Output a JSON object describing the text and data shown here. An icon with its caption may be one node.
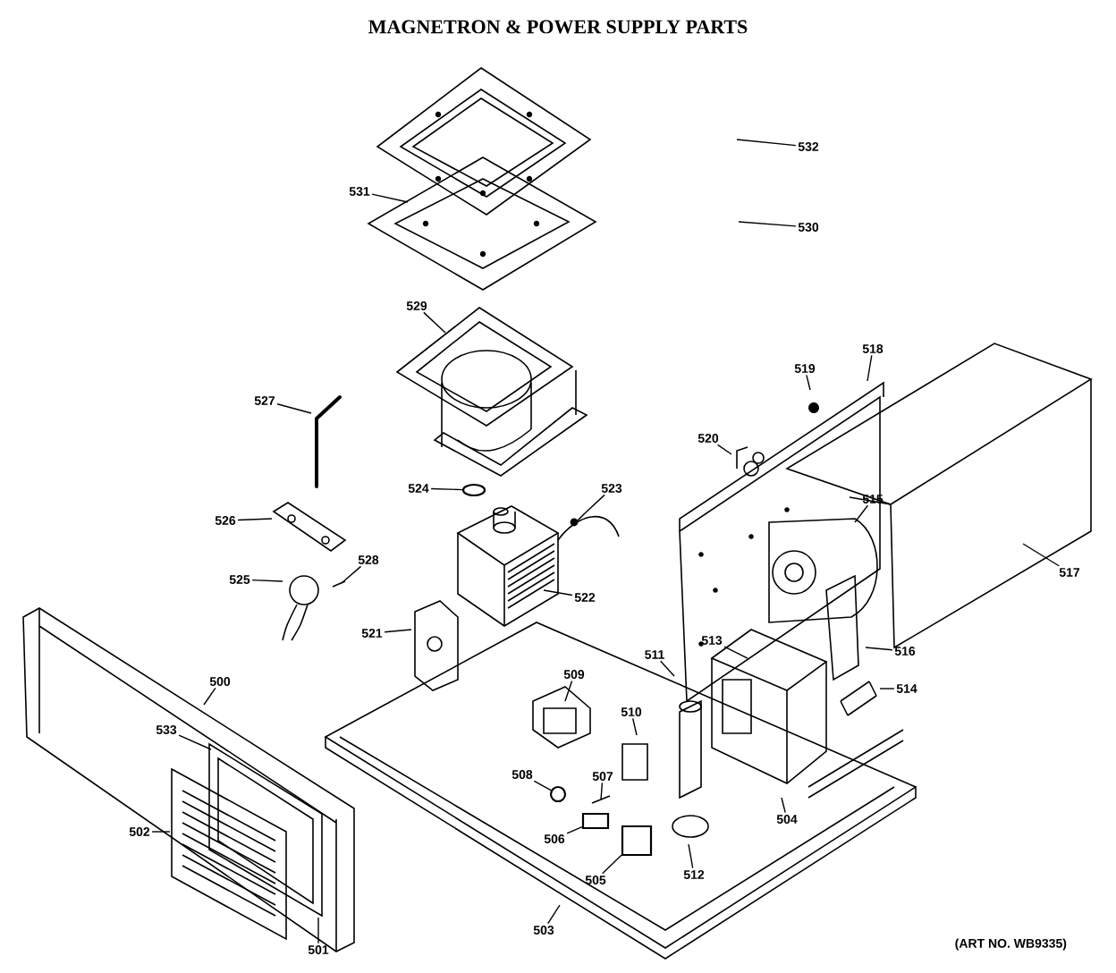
{
  "diagram": {
    "title": "MAGNETRON & POWER SUPPLY PARTS",
    "nodes": [
      {
        "text": [
          "532"
        ]
      },
      {
        "text": [
          "531"
        ]
      },
      {
        "text": [
          "530"
        ]
      },
      {
        "text": [
          "529"
        ]
      },
      {
        "text": [
          "518"
        ]
      },
      {
        "text": [
          "519"
        ]
      },
      {
        "text": [
          "527"
        ]
      },
      {
        "text": [
          "520"
        ]
      },
      {
        "text": [
          "524"
        ]
      },
      {
        "text": [
          "523"
        ]
      },
      {
        "text": [
          "515"
        ]
      },
      {
        "text": [
          "526"
        ]
      },
      {
        "text": [
          "517"
        ]
      },
      {
        "text": [
          "528"
        ]
      },
      {
        "text": [
          "525"
        ]
      },
      {
        "text": [
          "522"
        ]
      },
      {
        "text": [
          "521"
        ]
      },
      {
        "text": [
          "513"
        ]
      },
      {
        "text": [
          "516"
        ]
      },
      {
        "text": [
          "509"
        ]
      },
      {
        "text": [
          "511"
        ]
      },
      {
        "text": [
          "500"
        ]
      },
      {
        "text": [
          "514"
        ]
      },
      {
        "text": [
          "510"
        ]
      },
      {
        "text": [
          "533"
        ]
      },
      {
        "text": [
          "508"
        ]
      },
      {
        "text": [
          "507"
        ]
      },
      {
        "text": [
          "504"
        ]
      },
      {
        "text": [
          "502"
        ]
      },
      {
        "text": [
          "506"
        ]
      },
      {
        "text": [
          "512"
        ]
      },
      {
        "text": [
          "505"
        ]
      },
      {
        "text": [
          "503"
        ]
      },
      {
        "text": [
          "501"
        ]
      },
      {
        "text": [],
        "shape": "circle"
      },
      {
        "text": [],
        "shape": "circle"
      },
      {
        "text": [],
        "shape": "box"
      },
      {
        "text": [],
        "shape": "box"
      }
    ],
    "edges": [
      {
        "from": 0,
        "to": null,
        "arrow": "none"
      },
      {
        "from": 1,
        "to": null,
        "arrow": "none"
      },
      {
        "from": 2,
        "to": null,
        "arrow": "none"
      },
      {
        "from": 3,
        "to": null,
        "arrow": "none"
      },
      {
        "from": 4,
        "to": null,
        "arrow": "none"
      },
      {
        "from": 5,
        "to": null,
        "arrow": "none"
      },
      {
        "from": 6,
        "to": null,
        "arrow": "none"
      },
      {
        "from": 7,
        "to": null,
        "arrow": "none"
      },
      {
        "from": 8,
        "to": 34,
        "arrow": "none"
      },
      {
        "from": 9,
        "to": null,
        "arrow": "none"
      },
      {
        "from": 10,
        "to": null,
        "arrow": "none"
      },
      {
        "from": 11,
        "to": null,
        "arrow": "none"
      },
      {
        "from": 12,
        "to": null,
        "arrow": "none"
      },
      {
        "from": 13,
        "to": null,
        "arrow": "none"
      },
      {
        "from": 14,
        "to": null,
        "arrow": "none"
      },
      {
        "from": 15,
        "to": null,
        "arrow": "none"
      },
      {
        "from": 16,
        "to": null,
        "arrow": "none"
      },
      {
        "from": 17,
        "to": null,
        "arrow": "none"
      },
      {
        "from": 18,
        "to": null,
        "arrow": "none"
      },
      {
        "from": 19,
        "to": null,
        "arrow": "none"
      },
      {
        "from": 20,
        "to": null,
        "arrow": "none"
      },
      {
        "from": 21,
        "to": null,
        "arrow": "none"
      },
      {
        "from": 22,
        "to": null,
        "arrow": "none"
      },
      {
        "from": 23,
        "to": null,
        "arrow": "none"
      },
      {
        "from": 24,
        "to": null,
        "arrow": "none"
      },
      {
        "from": 25,
        "to": 35,
        "arrow": "none"
      },
      {
        "from": 26,
        "to": null,
        "arrow": "none"
      },
      {
        "from": 27,
        "to": null,
        "arrow": "none"
      },
      {
        "from": 28,
        "to": null,
        "arrow": "none"
      },
      {
        "from": 29,
        "to": 36,
        "arrow": "none"
      },
      {
        "from": 30,
        "to": null,
        "arrow": "none"
      },
      {
        "from": 31,
        "to": 37,
        "arrow": "none"
      },
      {
        "from": 32,
        "to": null,
        "arrow": "none"
      },
      {
        "from": 33,
        "to": null,
        "arrow": "none"
      }
    ],
    "labels": [
      "(ART NO. WB9335)"
    ]
  }
}
